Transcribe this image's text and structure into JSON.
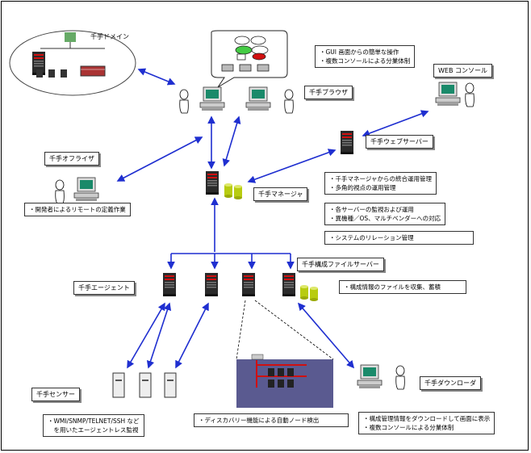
{
  "labels": {
    "domain": "千手ドメイン",
    "browser": "千手ブラウザ",
    "web_console": "WEB コンソール",
    "web_server": "千手ウェブサーバー",
    "offerizer": "千手オフライザ",
    "manager": "千手マネージャ",
    "config_server": "千手構成ファイルサーバー",
    "agent": "千手エージェント",
    "sensor": "千手センサー",
    "downloader": "千手ダウンローダ"
  },
  "notes": {
    "gui": [
      "・GUI 画面からの簡単な操作",
      "・複数コンソールによる分業体制"
    ],
    "offerizer": [
      "・開発者によるリモートの定義作業"
    ],
    "manager_integration": [
      "・千手マネージャからの統合運用管理",
      "・多角的視点の運用管理"
    ],
    "server_monitoring": [
      "・各サーバーの監視および運用",
      "・異機種／OS、マルチベンダーへの対応"
    ],
    "relation": [
      "・システムのリレーション管理"
    ],
    "config_collect": [
      "・構成情報のファイルを収集、蓄積"
    ],
    "agentless": [
      "・WMI/SNMP/TELNET/SSH など",
      "　を用いたエージェントレス監視"
    ],
    "discovery": [
      "・ディスカバリー機能による自動ノード検出"
    ],
    "download": [
      "・構成管理情報をダウンロードして画面に表示",
      "・複数コンソールによる分業体制"
    ]
  },
  "colors": {
    "arrow": "#1f2fd0",
    "server_red": "#d01010",
    "cylinder": "#b8cc10",
    "discovery_bg": "#5a5a90"
  }
}
